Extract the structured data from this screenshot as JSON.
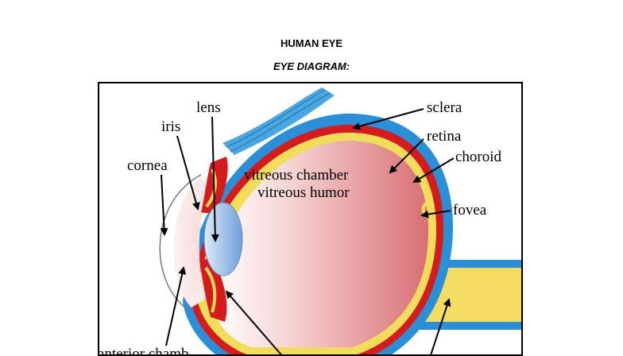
{
  "document": {
    "title": "HUMAN EYE",
    "subtitle": "EYE DIAGRAM:"
  },
  "diagram": {
    "labels": {
      "lens": "lens",
      "iris": "iris",
      "cornea": "cornea",
      "sclera": "sclera",
      "retina": "retina",
      "choroid": "choroid",
      "vitreous_chamber": "vitreous chamber",
      "vitreous_humor": "vitreous humor",
      "fovea": "fovea",
      "anterior_chamber_partial": "anterior chamb"
    },
    "colors": {
      "sclera": "#2a8fd6",
      "choroid": "#d51c1c",
      "retina": "#f2dc5c",
      "vitreous": "#dd7b7e",
      "lens": "#8fb8e6",
      "frame": "#000000"
    }
  }
}
